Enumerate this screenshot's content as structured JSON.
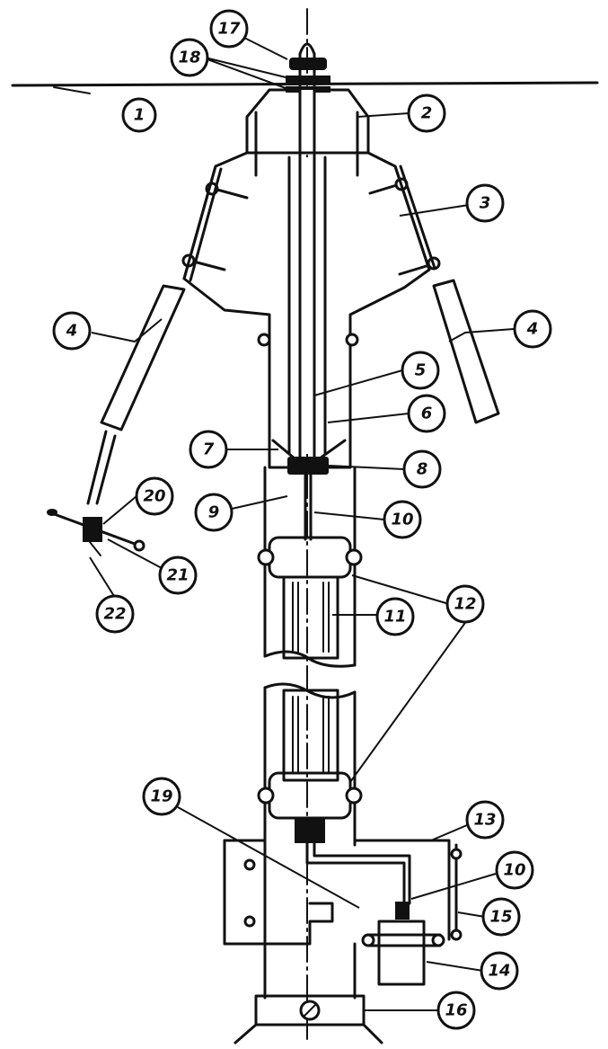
{
  "callouts": [
    {
      "id": "c17",
      "text": "17"
    },
    {
      "id": "c18",
      "text": "18"
    },
    {
      "id": "c1",
      "text": "1"
    },
    {
      "id": "c2",
      "text": "2"
    },
    {
      "id": "c3",
      "text": "3"
    },
    {
      "id": "c4a",
      "text": "4"
    },
    {
      "id": "c4b",
      "text": "4"
    },
    {
      "id": "c5",
      "text": "5"
    },
    {
      "id": "c6",
      "text": "6"
    },
    {
      "id": "c7",
      "text": "7"
    },
    {
      "id": "c8",
      "text": "8"
    },
    {
      "id": "c9",
      "text": "9"
    },
    {
      "id": "c10a",
      "text": "10"
    },
    {
      "id": "c20",
      "text": "20"
    },
    {
      "id": "c21",
      "text": "21"
    },
    {
      "id": "c22",
      "text": "22"
    },
    {
      "id": "c12",
      "text": "12"
    },
    {
      "id": "c11",
      "text": "11"
    },
    {
      "id": "c19",
      "text": "19"
    },
    {
      "id": "c13",
      "text": "13"
    },
    {
      "id": "c10b",
      "text": "10"
    },
    {
      "id": "c15",
      "text": "15"
    },
    {
      "id": "c14",
      "text": "14"
    },
    {
      "id": "c16",
      "text": "16"
    }
  ]
}
